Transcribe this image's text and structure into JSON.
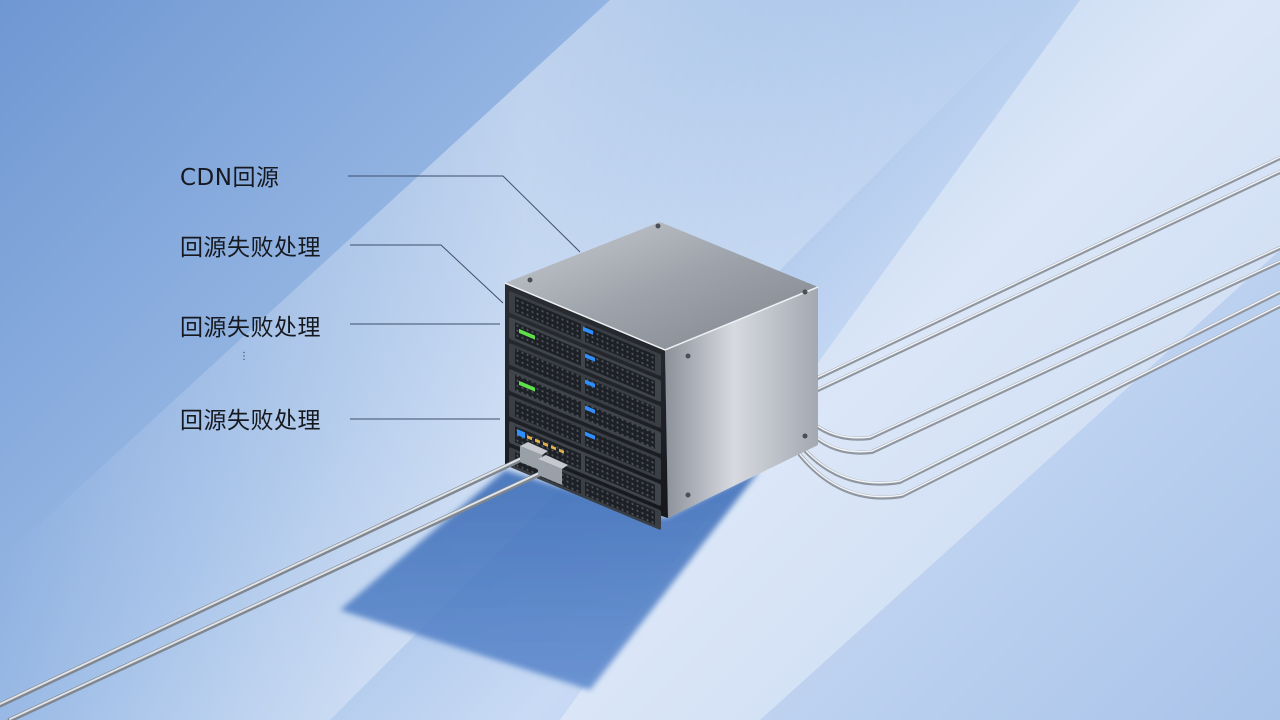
{
  "labels": [
    "CDN回源",
    "回源失败处理",
    "回源失败处理",
    "回源失败处理"
  ],
  "ellipsis": "⋮",
  "colors": {
    "background_light": "#e8f0fb",
    "background_blue": "#7fa4d9",
    "shadow": "#4f7fc7",
    "chassis": "#b8bcc4",
    "led_blue": "#2f8fff",
    "led_green": "#5ee04a",
    "label_text": "#16191f",
    "leader_line": "#3d4f6b"
  }
}
